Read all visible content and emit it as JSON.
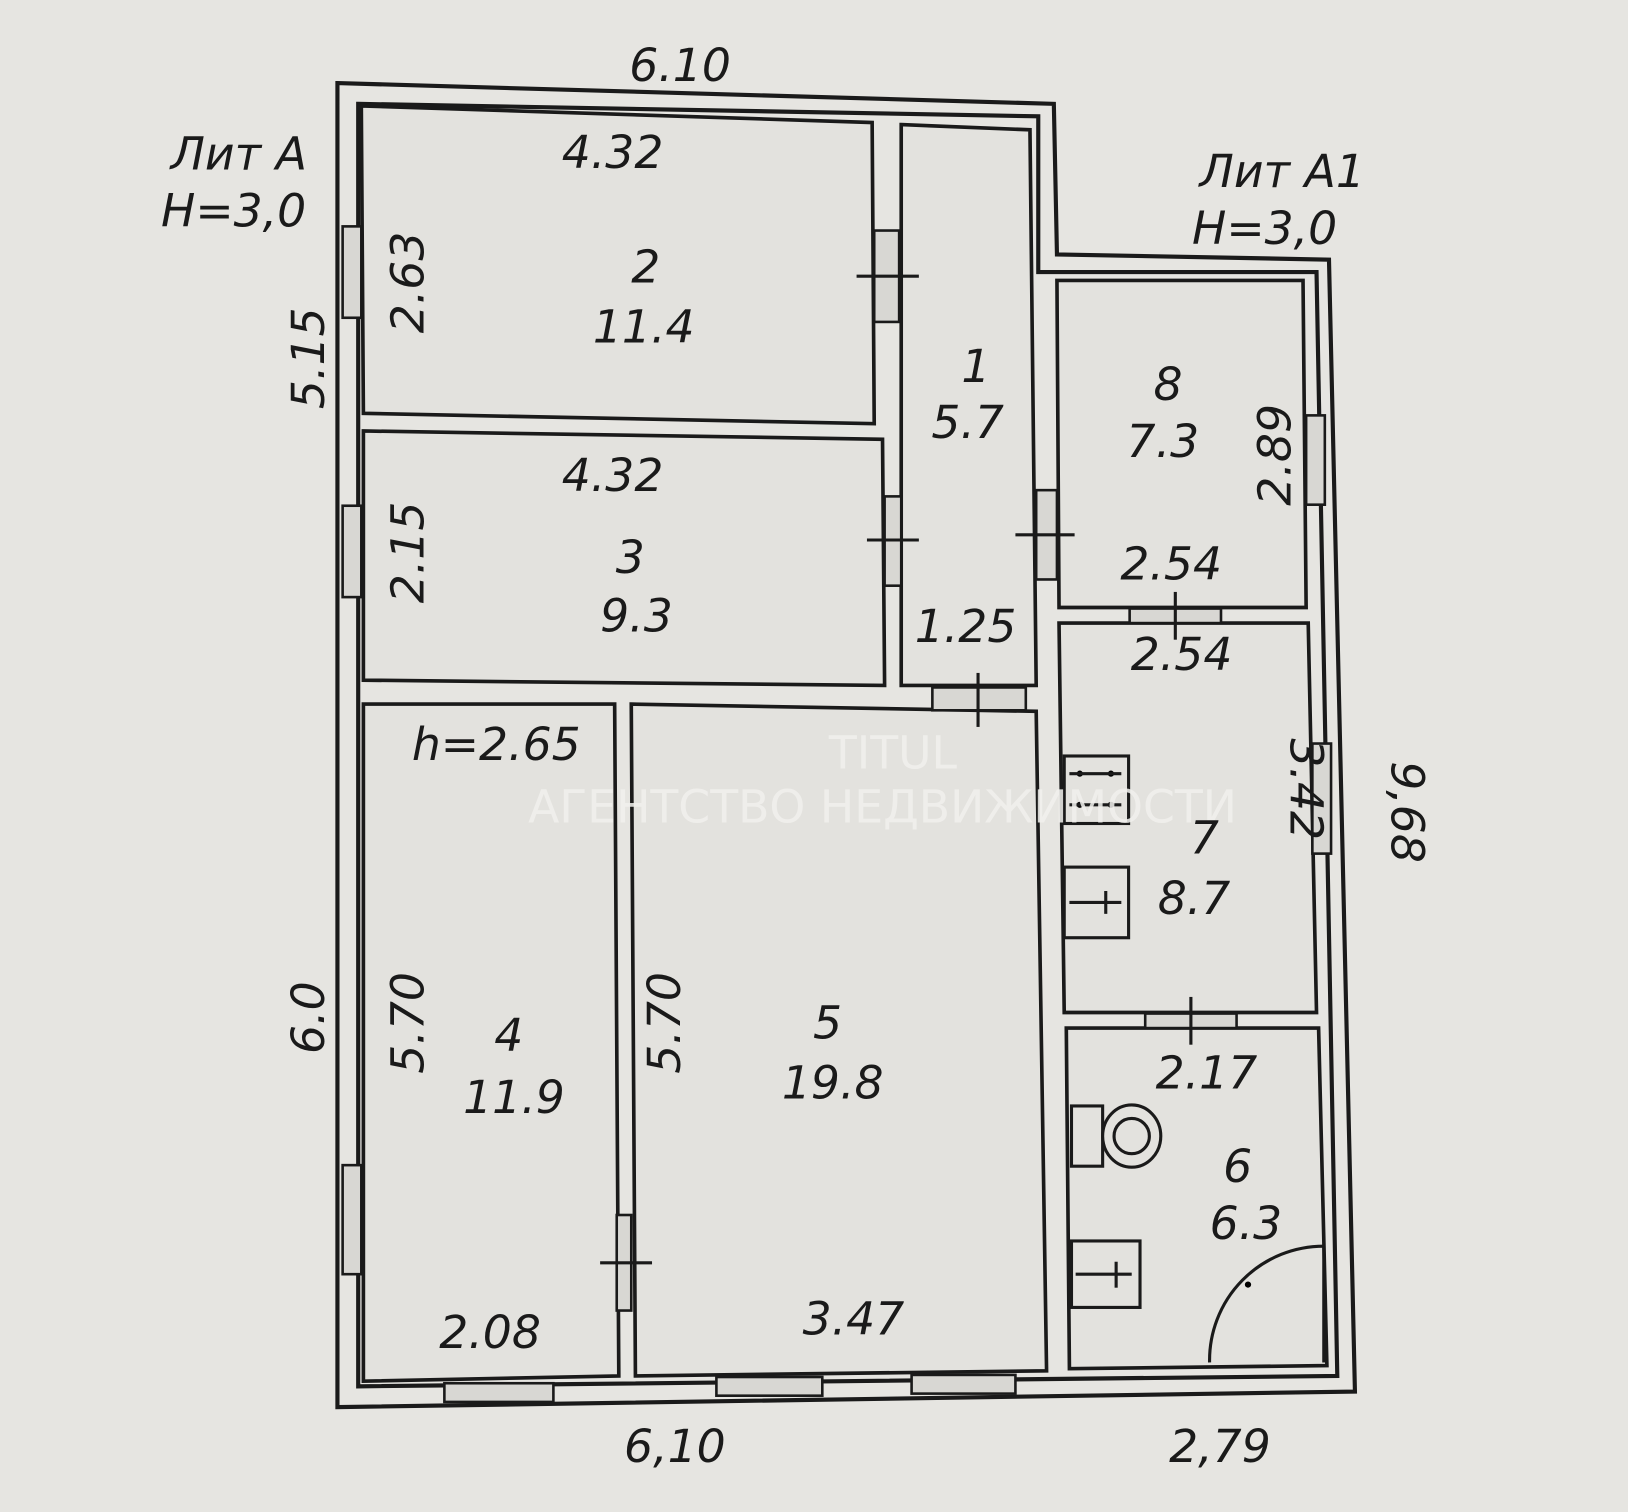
{
  "labels": {
    "lit_a": "Лит А",
    "lit_a_height": "H=3,0",
    "lit_a1": "Лит А1",
    "lit_a1_height": "H=3,0",
    "room4_height": "h=2.65"
  },
  "outer_dimensions": {
    "top": "6.10",
    "left_upper": "5.15",
    "left_lower": "6.0",
    "right": "9,68",
    "bottom_main": "6,10",
    "bottom_annex": "2,79"
  },
  "rooms": [
    {
      "number": "1",
      "area": "5.7",
      "dims": [
        "1.25"
      ]
    },
    {
      "number": "2",
      "area": "11.4",
      "dims": [
        "4.32",
        "2.63"
      ]
    },
    {
      "number": "3",
      "area": "9.3",
      "dims": [
        "4.32",
        "2.15"
      ]
    },
    {
      "number": "4",
      "area": "11.9",
      "dims": [
        "5.70",
        "2.08"
      ]
    },
    {
      "number": "5",
      "area": "19.8",
      "dims": [
        "5.70",
        "3.47"
      ]
    },
    {
      "number": "6",
      "area": "6.3",
      "dims": [
        "2.17"
      ]
    },
    {
      "number": "7",
      "area": "8.7",
      "dims": [
        "2.54",
        "3.42"
      ]
    },
    {
      "number": "8",
      "area": "7.3",
      "dims": [
        "2.54",
        "2.89"
      ]
    }
  ],
  "watermark": {
    "brand": "TITUL",
    "tagline": "АГЕНТСТВО НЕДВИЖИМОСТИ"
  }
}
